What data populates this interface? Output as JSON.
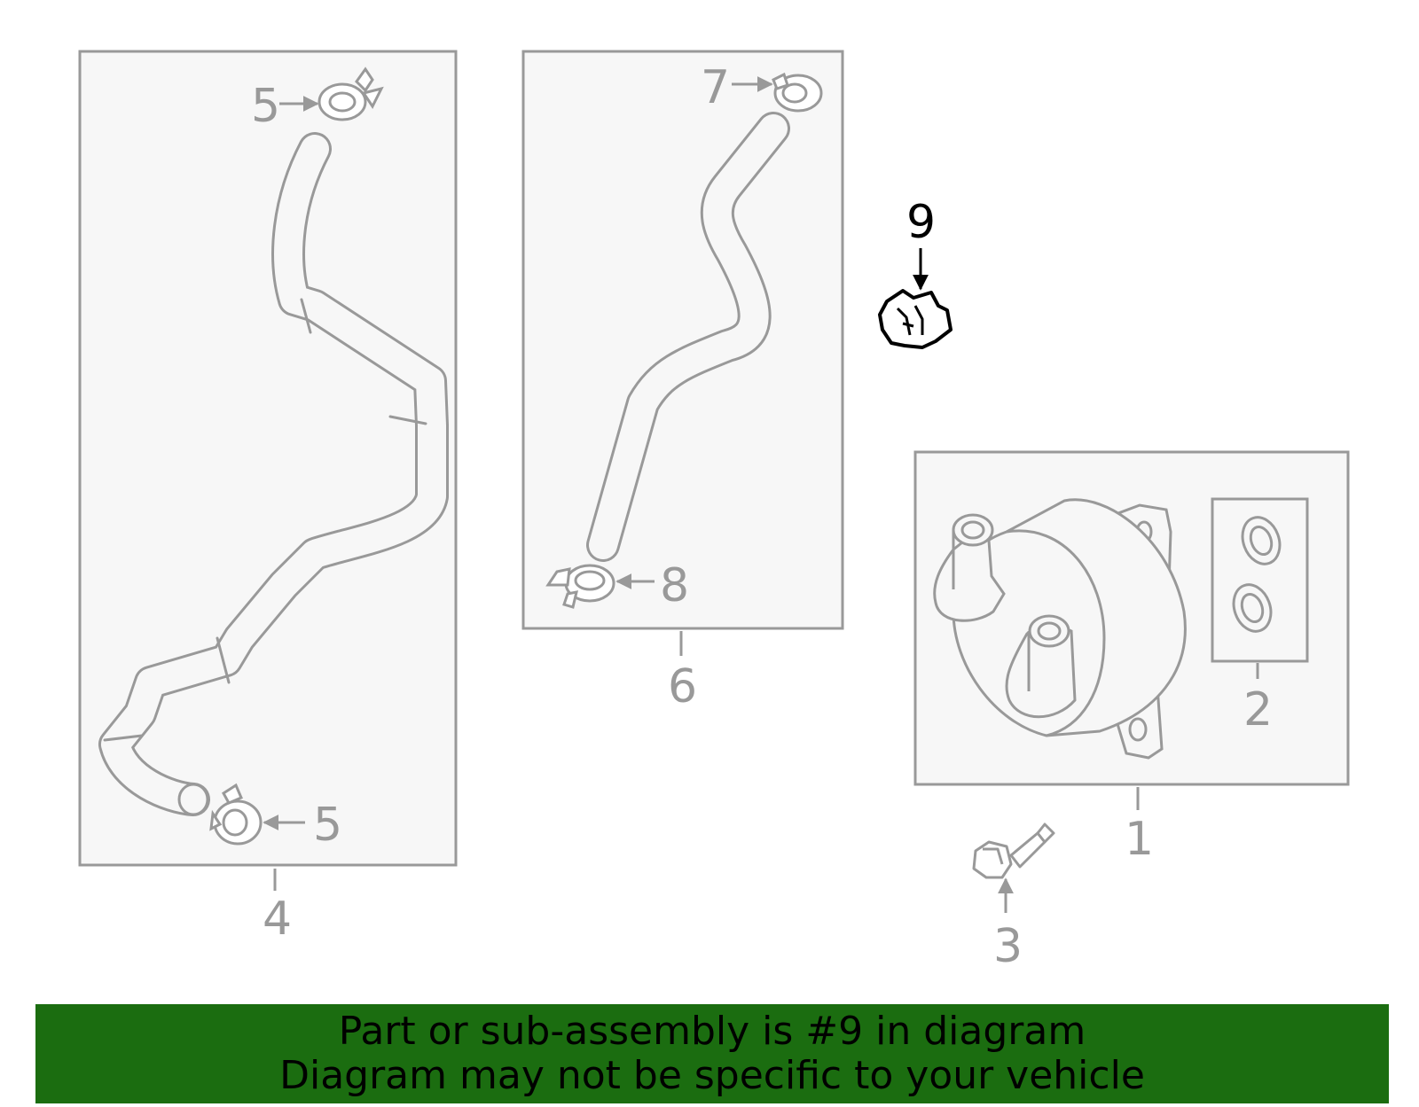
{
  "colors": {
    "line": "#999999",
    "highlight": "#000000",
    "panel_fill": "#f7f7f7",
    "banner_bg": "#1b6d10",
    "banner_text": "#000000"
  },
  "callouts": {
    "c1": "1",
    "c2": "2",
    "c3": "3",
    "c4": "4",
    "c5_top": "5",
    "c5_bottom": "5",
    "c6": "6",
    "c7": "7",
    "c8": "8",
    "c9": "9"
  },
  "highlighted_part": "9",
  "banner": {
    "line1": "Part or sub-assembly is #9 in diagram",
    "line2": "Diagram may not be specific to your vehicle"
  }
}
